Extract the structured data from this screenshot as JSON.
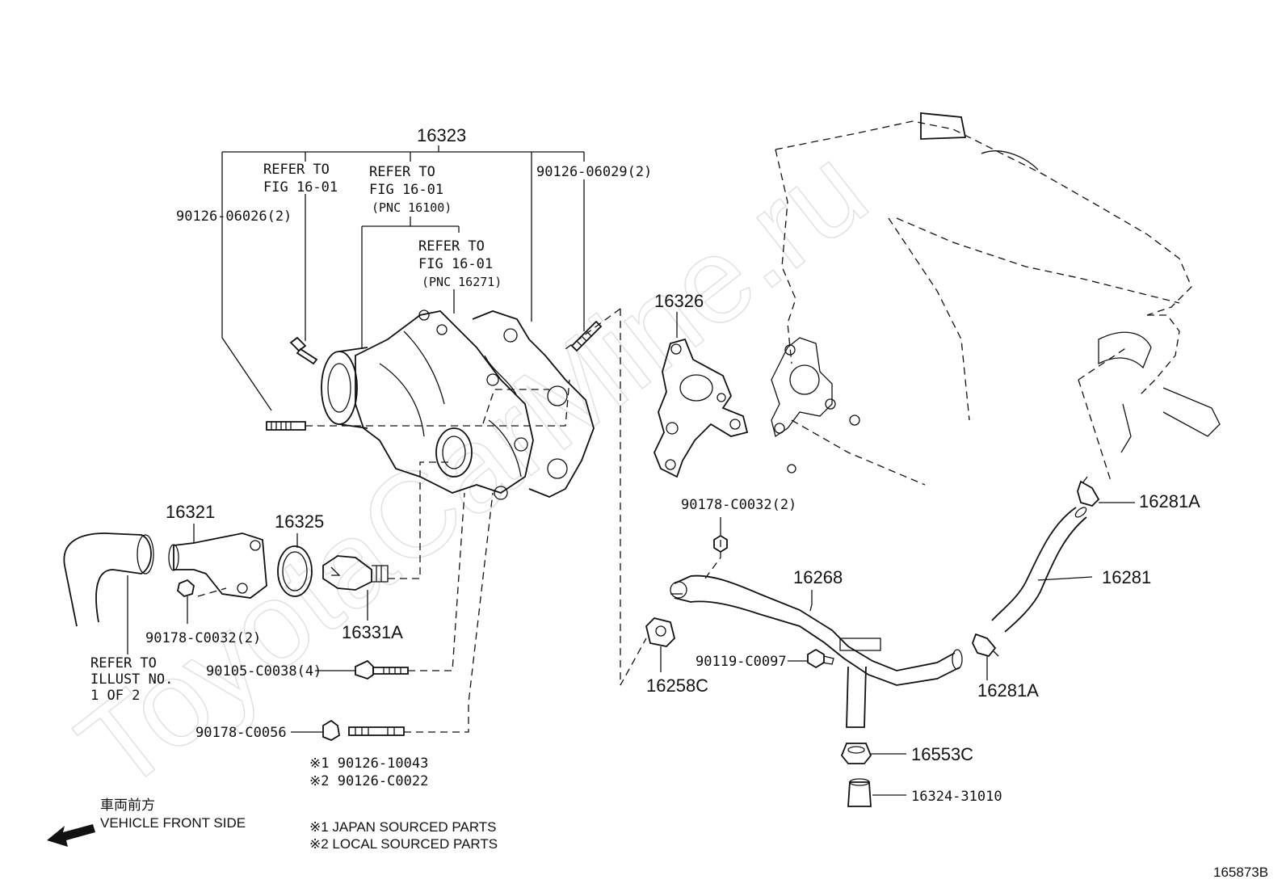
{
  "watermark": "ToyotaCarMine.ru",
  "figure_code": "165873B",
  "legend": {
    "front_jp": "車両前方",
    "front_en": "VEHICLE FRONT SIDE",
    "note1": "※1 JAPAN SOURCED PARTS",
    "note2": "※2 LOCAL SOURCED PARTS"
  },
  "labels": {
    "p16323": "16323",
    "refer_a1": "REFER TO",
    "refer_a2": "FIG 16-01",
    "refer_b1": "REFER TO",
    "refer_b2": "FIG 16-01",
    "refer_b3": "(PNC 16100)",
    "refer_c1": "REFER TO",
    "refer_c2": "FIG 16-01",
    "refer_c3": "(PNC 16271)",
    "p90126_06029": "90126-06029(2)",
    "p90126_06026": "90126-06026(2)",
    "p16326": "16326",
    "p16321": "16321",
    "p16325": "16325",
    "p16331A": "16331A",
    "p90178_C0032_left": "90178-C0032(2)",
    "refer_d1": "REFER TO",
    "refer_d2": "ILLUST NO.",
    "refer_d3": "1 OF 2",
    "p90105_C0038": "90105-C0038(4)",
    "p90178_C0056": "90178-C0056",
    "p90126_10043": "※1 90126-10043",
    "p90126_C0022": "※2 90126-C0022",
    "p90178_C0032_right": "90178-C0032(2)",
    "p16268": "16268",
    "p16258C": "16258C",
    "p90119_C0097": "90119-C0097",
    "p16281A_top": "16281A",
    "p16281": "16281",
    "p16281A_bottom": "16281A",
    "p16553C": "16553C",
    "p16324_31010": "16324-31010"
  }
}
